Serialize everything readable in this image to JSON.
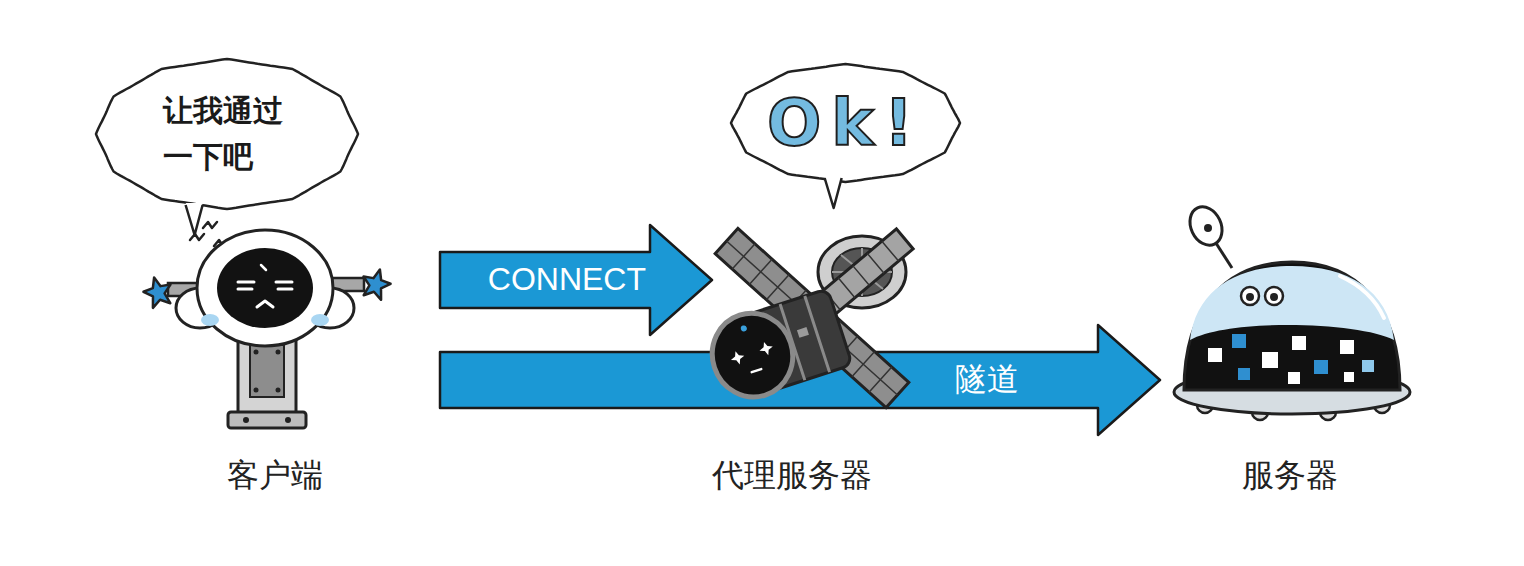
{
  "diagram": {
    "nodes": [
      {
        "text": [
          "让我通过 一下吧"
        ]
      },
      {
        "text": [
          "Ok!"
        ]
      },
      {
        "text": [
          "客户端"
        ]
      },
      {
        "text": [
          "代理服务器"
        ]
      },
      {
        "text": [
          "服务器"
        ]
      }
    ],
    "edges": [
      {
        "from": 2,
        "to": 3,
        "arrow": "to",
        "label": "CONNECT"
      },
      {
        "from": 2,
        "to": 4,
        "arrow": "to",
        "label": "隧道"
      }
    ]
  }
}
